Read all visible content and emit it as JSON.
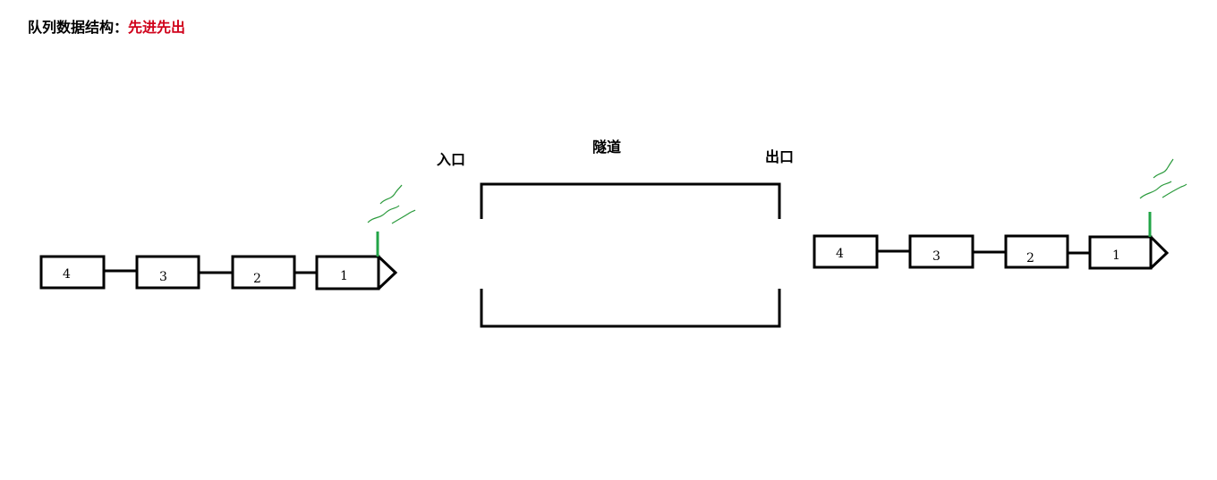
{
  "title": {
    "prefix": "队列数据结构：",
    "highlight": "先进先出"
  },
  "labels": {
    "entrance": "入口",
    "tunnel": "隧道",
    "exit": "出口"
  },
  "colors": {
    "highlight": "#d0021b",
    "chimney": "#22a447",
    "smoke": "#2a9a3c"
  },
  "trains": [
    {
      "name": "before-tunnel",
      "cars": [
        "4",
        "3",
        "2",
        "1"
      ]
    },
    {
      "name": "after-tunnel",
      "cars": [
        "4",
        "3",
        "2",
        "1"
      ]
    }
  ]
}
